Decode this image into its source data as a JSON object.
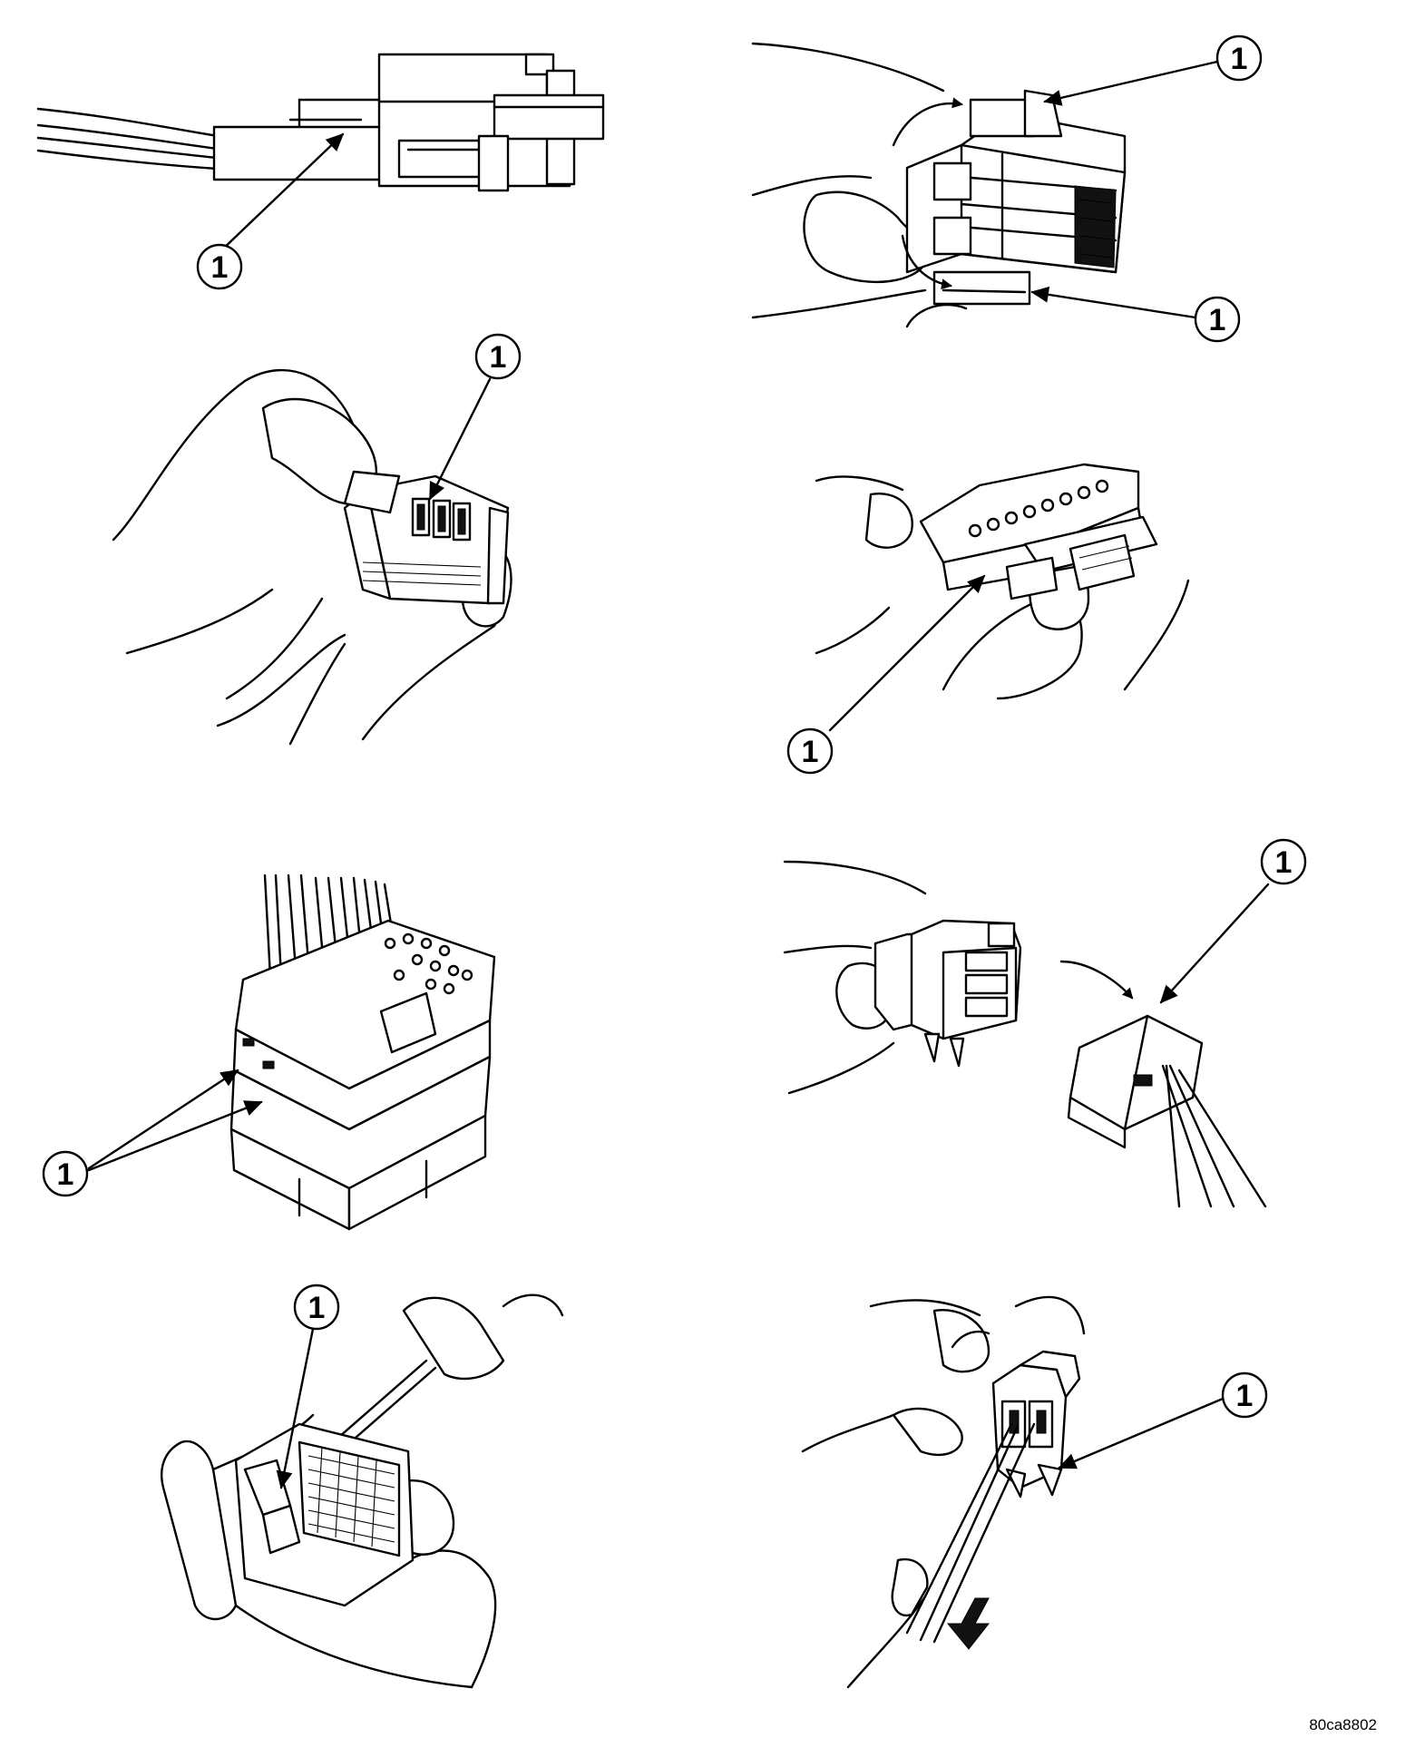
{
  "figure_id": "80ca8802",
  "panels": [
    {
      "id": "p1",
      "callouts": [
        {
          "label": "1"
        }
      ]
    },
    {
      "id": "p2",
      "callouts": [
        {
          "label": "1"
        },
        {
          "label": "1"
        }
      ]
    },
    {
      "id": "p3",
      "callouts": [
        {
          "label": "1"
        }
      ]
    },
    {
      "id": "p4",
      "callouts": [
        {
          "label": "1"
        }
      ]
    },
    {
      "id": "p5",
      "callouts": [
        {
          "label": "1"
        }
      ]
    },
    {
      "id": "p6",
      "callouts": [
        {
          "label": "1"
        }
      ]
    },
    {
      "id": "p7",
      "callouts": [
        {
          "label": "1"
        }
      ]
    },
    {
      "id": "p8",
      "callouts": [
        {
          "label": "1"
        }
      ]
    }
  ],
  "colors": {
    "ink": "#000000",
    "paper": "#ffffff"
  }
}
